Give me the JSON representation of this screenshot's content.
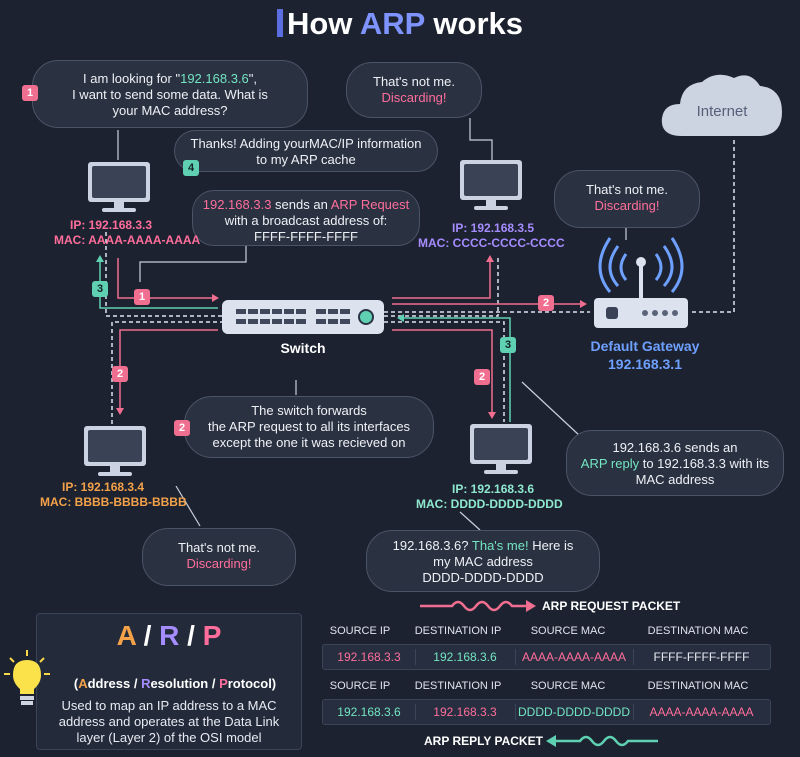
{
  "title": {
    "prefix": "How ",
    "highlight": "ARP",
    "suffix": " works"
  },
  "bubbles": {
    "b1_line1_pre": "I am looking for \"",
    "b1_ip": "192.168.3.6",
    "b1_line1_post": "\",",
    "b1_line2": "I want to send some data. What is",
    "b1_line3": "your MAC address?",
    "b1_step": "1",
    "b_thanks_line1": "Thanks! Adding yourMAC/IP information",
    "b_thanks_line2": "to my ARP cache",
    "b_thanks_step": "4",
    "b_notme_top_line1": "That's not me.",
    "b_notme_top_line2": "Discarding!",
    "b_req_ip": "192.168.3.3",
    "b_req_mid": " sends an ",
    "b_req_hl": "ARP Request",
    "b_req_line2": "with a broadcast address of:",
    "b_req_line3": "FFFF-FFFF-FFFF",
    "b_notme_gw_line1": "That's not me.",
    "b_notme_gw_line2": "Discarding!",
    "b_fwd_line1": "The switch forwards",
    "b_fwd_line2": "the ARP request to all its interfaces",
    "b_fwd_line3": "except the one it was recieved on",
    "b_fwd_step": "2",
    "b_reply_line1": "192.168.3.6 sends an",
    "b_reply_hl": "ARP reply",
    "b_reply_line2_post": " to 192.168.3.3 with its",
    "b_reply_line3": "MAC address",
    "b_notme_left_line1": "That's not me.",
    "b_notme_left_line2": "Discarding!",
    "b_me_pre": "192.168.3.6? ",
    "b_me_hl": "Tha's me!",
    "b_me_post": " Here is",
    "b_me_line2": "my MAC address",
    "b_me_line3": "DDDD-DDDD-DDDD"
  },
  "hosts": {
    "h33_ip": "IP: 192.168.3.3",
    "h33_mac": "MAC: AAAA-AAAA-AAAA",
    "h35_ip": "IP: 192.168.3.5",
    "h35_mac": "MAC: CCCC-CCCC-CCCC",
    "h34_ip": "IP: 192.168.3.4",
    "h34_mac": "MAC: BBBB-BBBB-BBBB",
    "h36_ip": "IP: 192.168.3.6",
    "h36_mac": "MAC: DDDD-DDDD-DDDD"
  },
  "devices": {
    "switch": "Switch",
    "gateway": "Default Gateway",
    "gateway_ip": "192.168.3.1",
    "internet": "Internet"
  },
  "step_badges": {
    "s1": "1",
    "s2_gw": "2",
    "s2_left": "2",
    "s2_right": "2",
    "s3_left": "3",
    "s3_right": "3"
  },
  "arp_box": {
    "a": "A",
    "slash1": "/",
    "r": "R",
    "slash2": "/",
    "p": "P",
    "words_open": "(",
    "w_a": "A",
    "w_a_rest": "ddress / ",
    "w_r": "R",
    "w_r_rest": "esolution / ",
    "w_p": "P",
    "w_p_rest": "rotocol)",
    "desc_line1": "Used to map an IP address to a MAC",
    "desc_line2": "address and operates at the Data Link",
    "desc_line3": "layer (Layer 2) of the OSI model"
  },
  "packets": {
    "request_label": "ARP REQUEST PACKET",
    "reply_label": "ARP REPLY PACKET",
    "headers": [
      "SOURCE IP",
      "DESTINATION IP",
      "SOURCE MAC",
      "DESTINATION MAC"
    ],
    "request_row": [
      "192.168.3.3",
      "192.168.3.6",
      "AAAA-AAAA-AAAA",
      "FFFF-FFFF-FFFF"
    ],
    "reply_row": [
      "192.168.3.6",
      "192.168.3.3",
      "DDDD-DDDD-DDDD",
      "AAAA-AAAA-AAAA"
    ]
  },
  "colors": {
    "background": "#1d2230",
    "request_pink": "#f06e8f",
    "reply_mint": "#5fd1b2",
    "title_accent": "#7f93ff",
    "gateway_blue": "#6ea0ff"
  }
}
